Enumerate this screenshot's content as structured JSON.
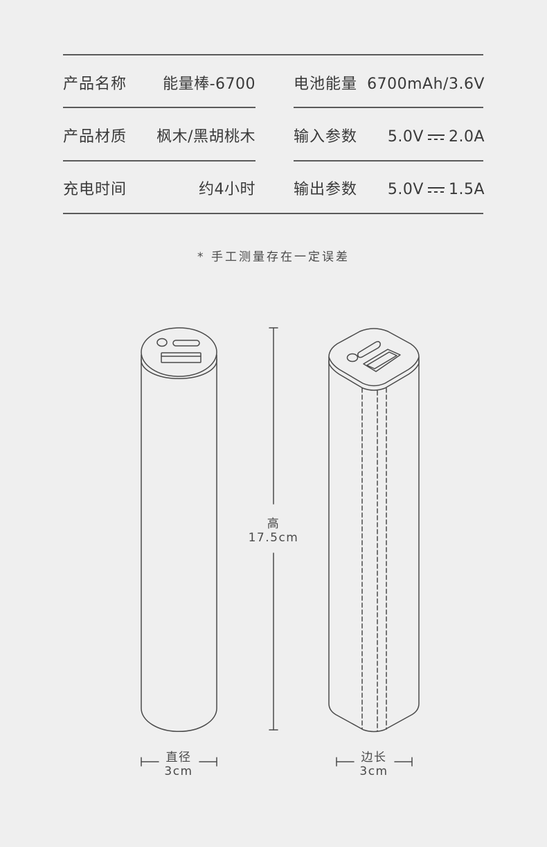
{
  "specs": {
    "product_name": {
      "label": "产品名称",
      "value": "能量棒-6700"
    },
    "battery_energy": {
      "label": "电池能量",
      "value": "6700mAh/3.6V"
    },
    "material": {
      "label": "产品材质",
      "value": "枫木/黑胡桃木"
    },
    "input": {
      "label": "输入参数",
      "voltage": "5.0V",
      "current": "2.0A"
    },
    "charge_time": {
      "label": "充电时间",
      "value": "约4小时"
    },
    "output": {
      "label": "输出参数",
      "voltage": "5.0V",
      "current": "1.5A"
    }
  },
  "note": "* 手工测量存在一定误差",
  "dimensions": {
    "height": {
      "label": "高",
      "value": "17.5cm"
    },
    "diameter": {
      "label": "直径",
      "value": "3cm"
    },
    "side": {
      "label": "边长",
      "value": "3cm"
    }
  },
  "colors": {
    "background": "#efefef",
    "line": "#5a5a5a",
    "text": "#3a3a3a"
  }
}
